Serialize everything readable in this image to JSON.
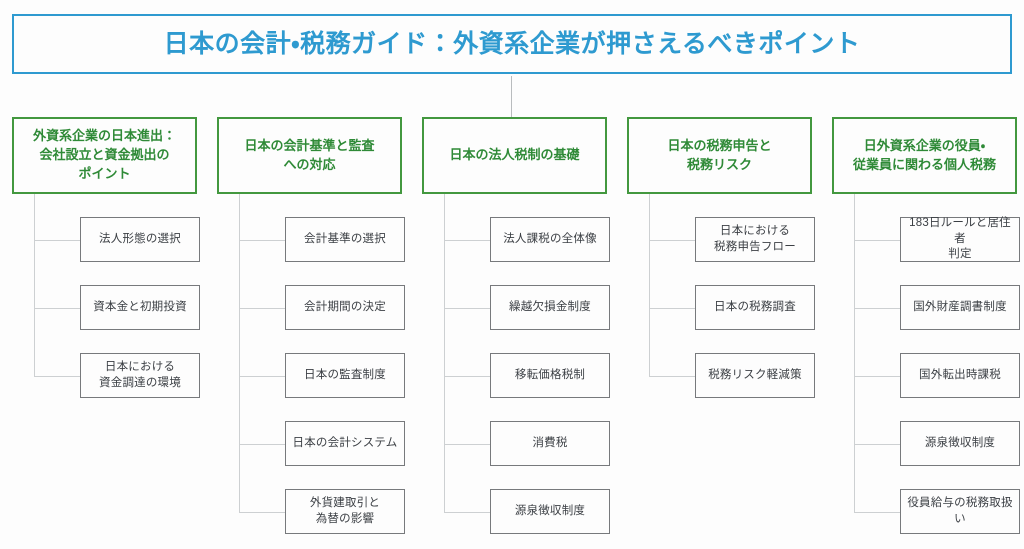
{
  "title": {
    "text": "日本の会計・税務ガイド：外資系企業が押さえるべきポイント",
    "border_color": "#2e9ad0",
    "text_color": "#2e9ad0"
  },
  "style": {
    "category_border_color": "#43983f",
    "category_text_color": "#2f8a37",
    "child_border_color": "#77797c",
    "child_text_color": "#3b3f44",
    "connector_color": "#cdd0d2",
    "background_color": "#fdfdfd"
  },
  "columns": [
    {
      "id": "col-1",
      "category": "外資系企業の日本進出：\n会社設立と資金拠出の\nポイント",
      "category_lines": [
        "外資系企業の日本進出：",
        "会社設立と資金拠出の",
        "ポイント"
      ],
      "children": [
        {
          "label": "法人形態の選択",
          "lines": [
            "法人形態の選択"
          ]
        },
        {
          "label": "資本金と初期投資",
          "lines": [
            "資本金と初期投資"
          ]
        },
        {
          "label": "日本における資金調達の環境",
          "lines": [
            "日本における",
            "資金調達の環境"
          ]
        }
      ]
    },
    {
      "id": "col-2",
      "category": "日本の会計基準と監査\nへの対応",
      "category_lines": [
        "日本の会計基準と監査",
        "への対応"
      ],
      "children": [
        {
          "label": "会計基準の選択",
          "lines": [
            "会計基準の選択"
          ]
        },
        {
          "label": "会計期間の決定",
          "lines": [
            "会計期間の決定"
          ]
        },
        {
          "label": "日本の監査制度",
          "lines": [
            "日本の監査制度"
          ]
        },
        {
          "label": "日本の会計システム",
          "lines": [
            "日本の会計システム"
          ]
        },
        {
          "label": "外貨建取引と為替の影響",
          "lines": [
            "外貨建取引と",
            "為替の影響"
          ]
        }
      ]
    },
    {
      "id": "col-3",
      "category": "日本の法人税制の基礎",
      "category_lines": [
        "日本の法人税制の基礎"
      ],
      "children": [
        {
          "label": "法人課税の全体像",
          "lines": [
            "法人課税の全体像"
          ]
        },
        {
          "label": "繰越欠損金制度",
          "lines": [
            "繰越欠損金制度"
          ]
        },
        {
          "label": "移転価格税制",
          "lines": [
            "移転価格税制"
          ]
        },
        {
          "label": "消費税",
          "lines": [
            "消費税"
          ]
        },
        {
          "label": "源泉徴収制度",
          "lines": [
            "源泉徴収制度"
          ]
        }
      ]
    },
    {
      "id": "col-4",
      "category": "日本の税務申告と\n税務リスク",
      "category_lines": [
        "日本の税務申告と",
        "税務リスク"
      ],
      "children": [
        {
          "label": "日本における税務申告フロー",
          "lines": [
            "日本における",
            "税務申告フロー"
          ]
        },
        {
          "label": "日本の税務調査",
          "lines": [
            "日本の税務調査"
          ]
        },
        {
          "label": "税務リスク軽減策",
          "lines": [
            "税務リスク軽減策"
          ]
        }
      ]
    },
    {
      "id": "col-5",
      "category": "日外資系企業の役員・\n従業員に関わる個人税務",
      "category_lines": [
        "日外資系企業の役員・",
        "従業員に関わる個人税務"
      ],
      "children": [
        {
          "label": "183日ルールと居住者判定",
          "lines": [
            "183日ルールと居住者",
            "判定"
          ]
        },
        {
          "label": "国外財産調書制度",
          "lines": [
            "国外財産調書制度"
          ]
        },
        {
          "label": "国外転出時課税",
          "lines": [
            "国外転出時課税"
          ]
        },
        {
          "label": "源泉徴収制度",
          "lines": [
            "源泉徴収制度"
          ]
        },
        {
          "label": "役員給与の税務取扱い",
          "lines": [
            "役員給与の税務取扱い"
          ]
        }
      ]
    }
  ]
}
